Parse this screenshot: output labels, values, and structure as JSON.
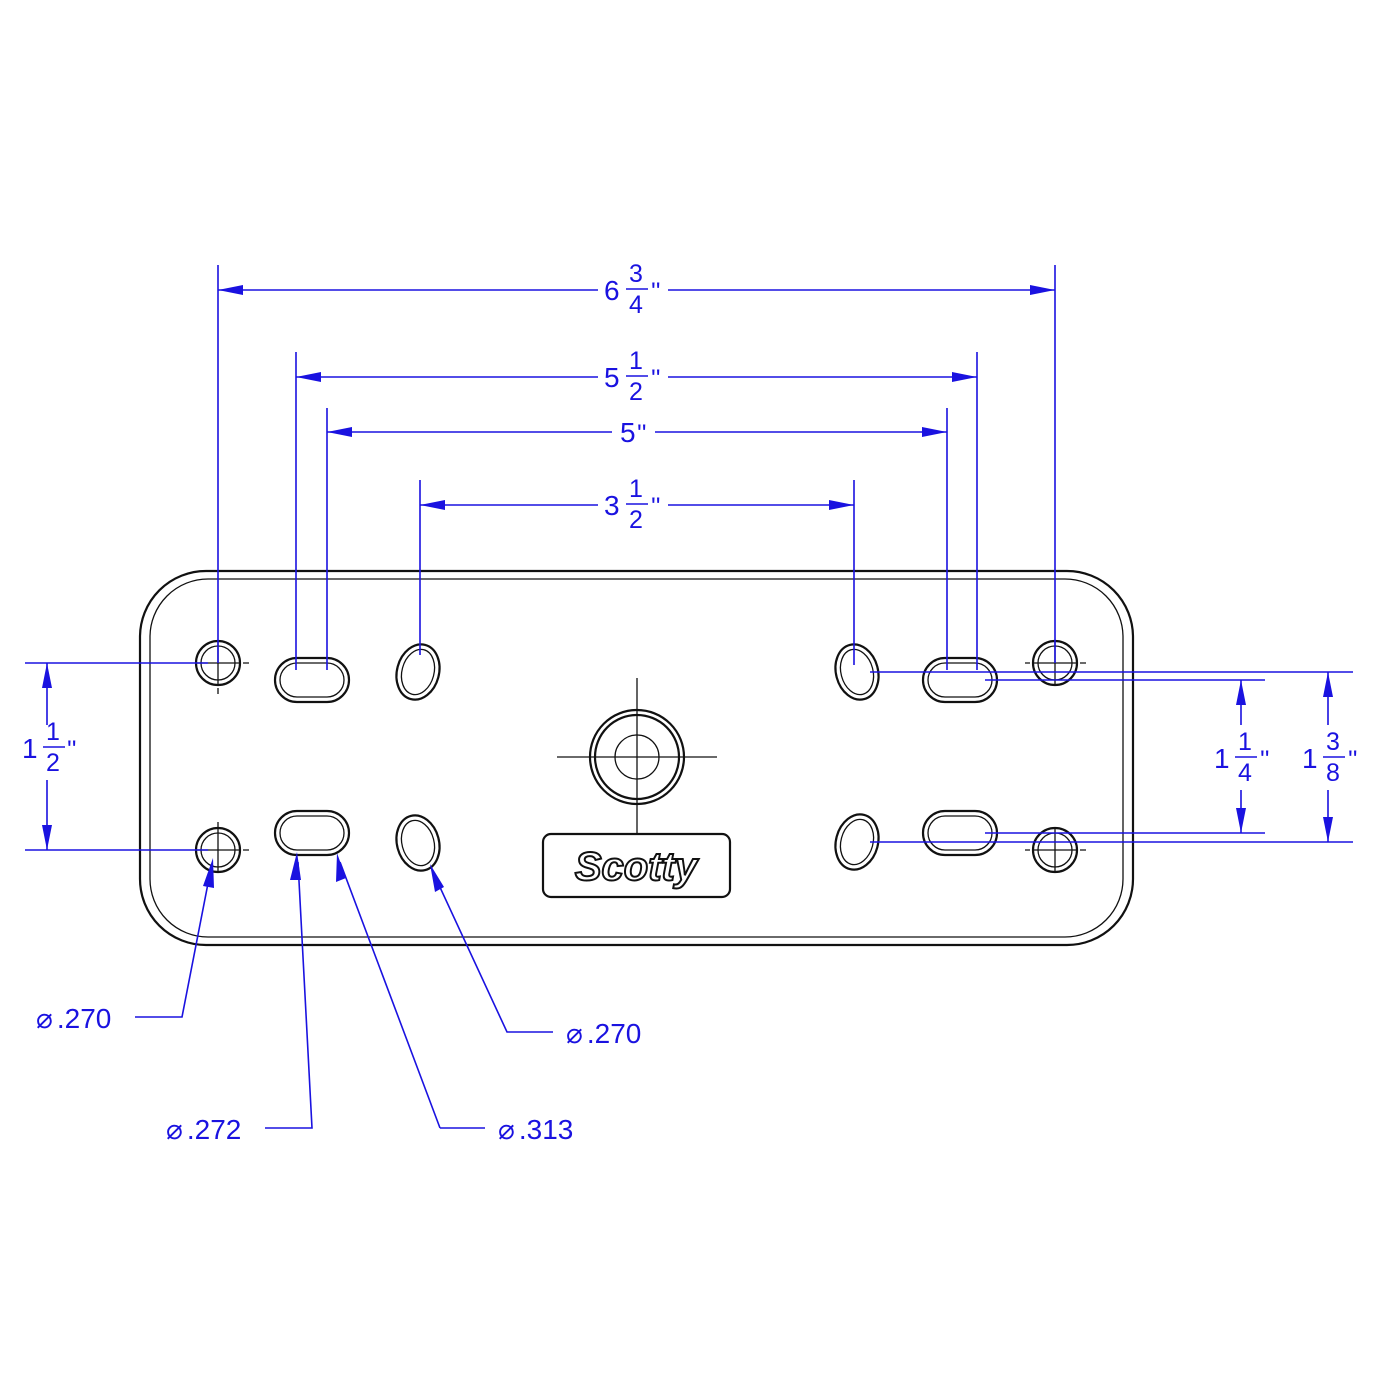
{
  "drawing": {
    "logo_text": "Scotty",
    "dimensions": {
      "overall_width": {
        "whole": "6",
        "num": "3",
        "den": "4",
        "unit": "''"
      },
      "slot_outer": {
        "whole": "5",
        "num": "1",
        "den": "2",
        "unit": "''"
      },
      "slot_inner": {
        "whole": "5",
        "unit": "''"
      },
      "oval_spacing": {
        "whole": "3",
        "num": "1",
        "den": "2",
        "unit": "''"
      },
      "left_vertical": {
        "whole": "1",
        "num": "1",
        "den": "2",
        "unit": "''"
      },
      "slot_vertical": {
        "whole": "1",
        "num": "1",
        "den": "4",
        "unit": "''"
      },
      "oval_vertical": {
        "whole": "1",
        "num": "3",
        "den": "8",
        "unit": "''"
      }
    },
    "callouts": [
      {
        "symbol": "⌀",
        "value": ".270"
      },
      {
        "symbol": "⌀",
        "value": ".272"
      },
      {
        "symbol": "⌀",
        "value": ".313"
      },
      {
        "symbol": "⌀",
        "value": ".270"
      }
    ],
    "colors": {
      "dimension": "#1a12e0",
      "outline": "#111111"
    }
  }
}
